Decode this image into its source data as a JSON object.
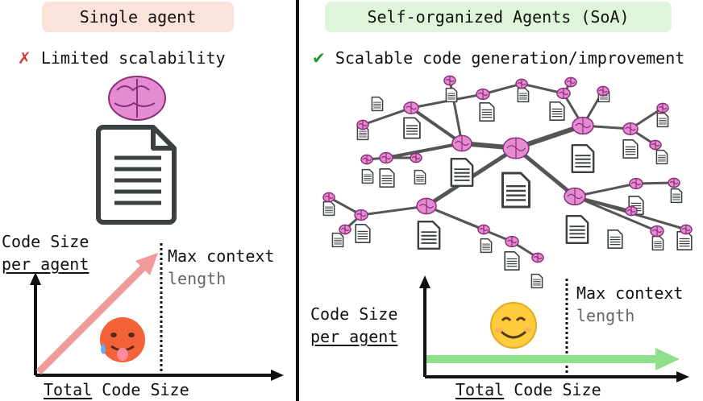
{
  "left_panel": {
    "title": "Single agent",
    "status_text": "Limited scalability",
    "chart": {
      "y_label_line1": "Code Size",
      "y_label_line2": "per agent",
      "x_label_u": "Total",
      "x_label_rest": " Code Size",
      "limit_label_line1": "Max context",
      "limit_label_line2": "length",
      "trend": "increasing",
      "arrow_color": "#f19a9a"
    },
    "face": "hot-face-emoji"
  },
  "right_panel": {
    "title": "Self-organized Agents (SoA)",
    "status_text": "Scalable code generation/improvement",
    "chart": {
      "y_label_line1": "Code Size",
      "y_label_line2": "per agent",
      "x_label_u": "Total",
      "x_label_rest": " Code Size",
      "limit_label_line1": "Max context",
      "limit_label_line2": "length",
      "trend": "constant",
      "arrow_color": "#8ee08a"
    },
    "face": "smiling-face-emoji"
  },
  "colors": {
    "single_bg": "#fbe3dc",
    "soa_bg": "#dff5da",
    "x_mark": "#d23a3a",
    "check_mark": "#1e9a2a",
    "brain": "#e58bd2",
    "document": "#3b4042"
  }
}
